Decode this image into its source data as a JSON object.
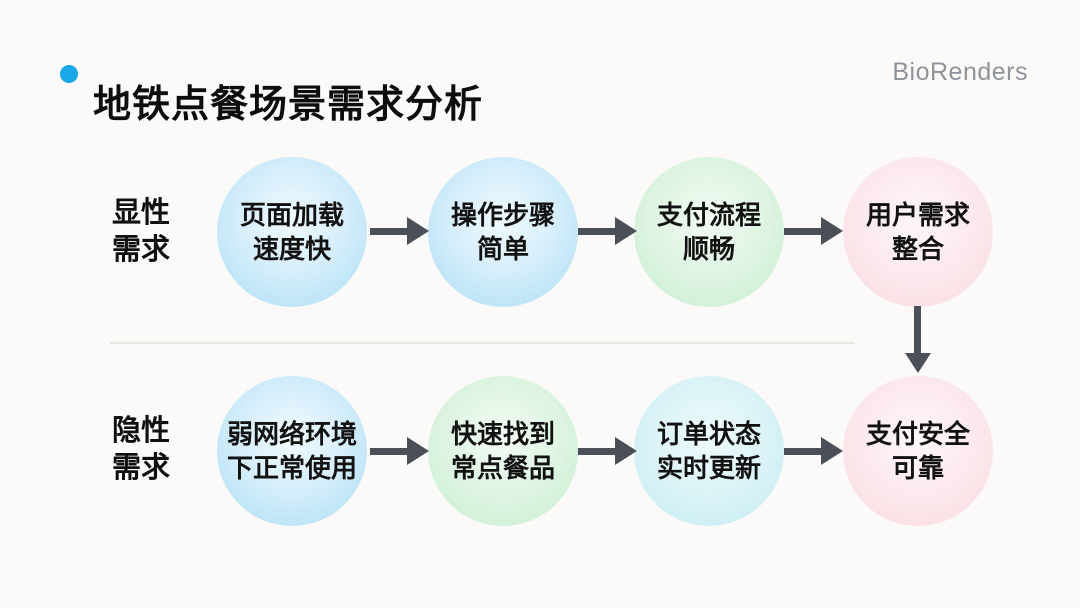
{
  "title": {
    "text": "地铁点餐场景需求分析",
    "bullet_color": "#18a7e7"
  },
  "brand": {
    "text": "BioRenders"
  },
  "rows": [
    {
      "label": {
        "line1": "显性",
        "line2": "需求"
      },
      "nodes": [
        {
          "line1": "页面加载",
          "line2": "速度快",
          "color_name": "blue"
        },
        {
          "line1": "操作步骤",
          "line2": "简单",
          "color_name": "blue"
        },
        {
          "line1": "支付流程",
          "line2": "顺畅",
          "color_name": "green"
        },
        {
          "line1": "用户需求",
          "line2": "整合",
          "color_name": "pink"
        }
      ]
    },
    {
      "label": {
        "line1": "隐性",
        "line2": "需求"
      },
      "nodes": [
        {
          "line1": "弱网络环境",
          "line2": "下正常使用",
          "color_name": "blue"
        },
        {
          "line1": "快速找到",
          "line2": "常点餐品",
          "color_name": "green"
        },
        {
          "line1": "订单状态",
          "line2": "实时更新",
          "color_name": "cyan"
        },
        {
          "line1": "支付安全",
          "line2": "可靠",
          "color_name": "pink"
        }
      ]
    }
  ],
  "connections": {
    "vertical_arrow": {
      "from": "用户需求整合",
      "to": "支付安全可靠"
    }
  },
  "palette": {
    "background": "#fbfaf8",
    "text": "#0d0d0d",
    "brand_text": "#8e949b",
    "arrow": "#4b5058",
    "divider": "#e7e5e1",
    "bullet": "#18a7e7",
    "node_blue_edge": "#aaddf5",
    "node_blue_center": "#f0fafe",
    "node_green_edge": "#c8edd0",
    "node_green_center": "#f3fbf4",
    "node_cyan_edge": "#c3ebf3",
    "node_cyan_center": "#eefafb",
    "node_pink_edge": "#f8dbe1",
    "node_pink_center": "#fef7f8"
  }
}
